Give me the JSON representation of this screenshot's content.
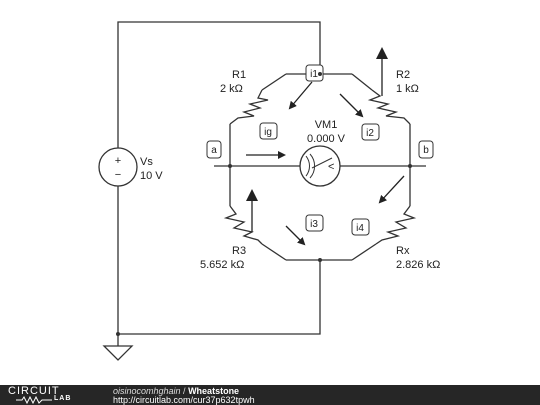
{
  "circuit": {
    "source": {
      "name": "Vs",
      "value": "10 V",
      "plus": "+",
      "minus": "−"
    },
    "r1": {
      "name": "R1",
      "value": "2 kΩ"
    },
    "r2": {
      "name": "R2",
      "value": "1 kΩ"
    },
    "r3": {
      "name": "R3",
      "value": "5.652 kΩ"
    },
    "rx": {
      "name": "Rx",
      "value": "2.826 kΩ"
    },
    "meter": {
      "name": "VM1",
      "value": "0.000 V",
      "symbol": "<"
    },
    "nodes": {
      "a": "a",
      "b": "b"
    },
    "currents": {
      "i1": "i1",
      "i2": "i2",
      "i3": "i3",
      "i4": "i4",
      "ig": "ig"
    }
  },
  "footer": {
    "logo_top": "CIRCUIT",
    "logo_bottom": "LAB",
    "author": "oisinocomhghain",
    "separator": " / ",
    "title": "Wheatstone",
    "url": "http://circuitlab.com/cur37p632tpwh"
  },
  "colors": {
    "wire": "#333333",
    "footer_bg": "#262626"
  }
}
